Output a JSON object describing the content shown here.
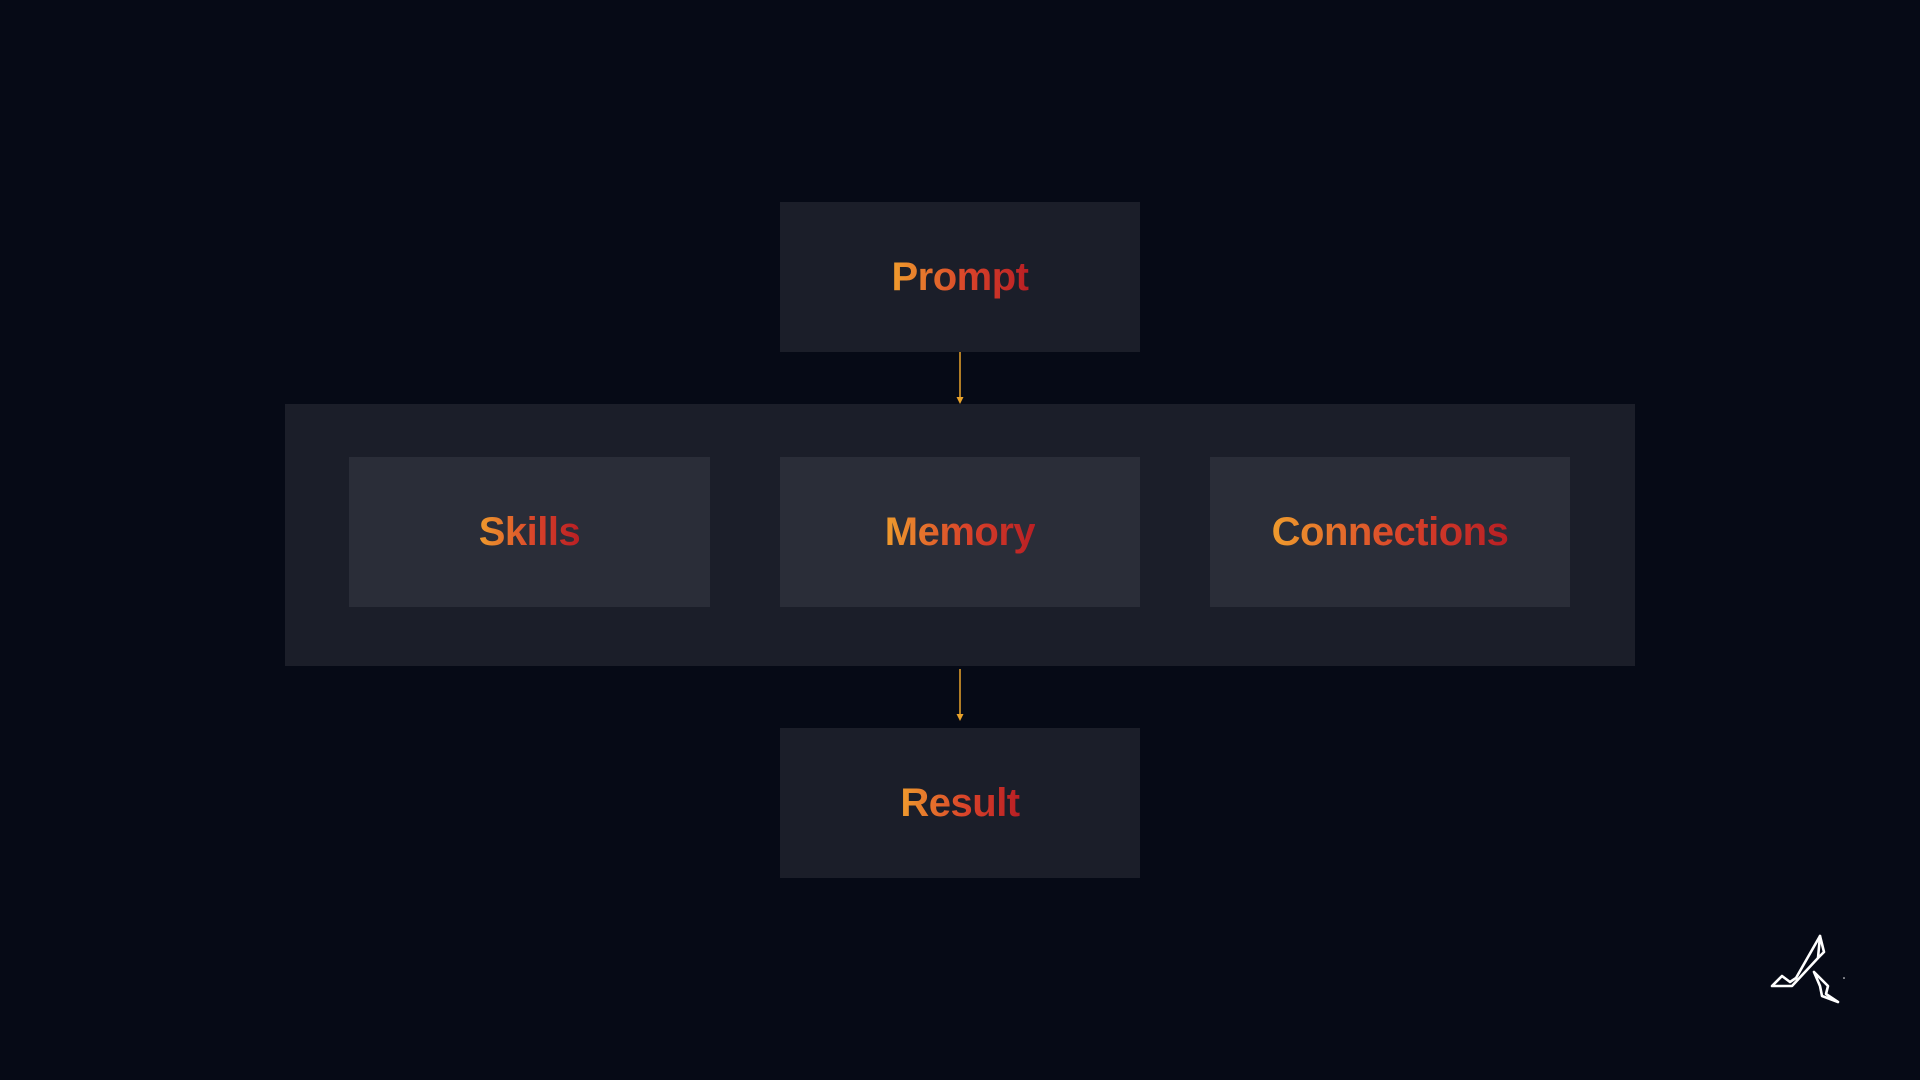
{
  "diagram": {
    "prompt_label": "Prompt",
    "components": {
      "skills_label": "Skills",
      "memory_label": "Memory",
      "connections_label": "Connections"
    },
    "result_label": "Result"
  },
  "colors": {
    "background": "#060a16",
    "box": "#1b1e29",
    "inner_box": "#2a2d38",
    "text_gradient_start": "#ef9b2d",
    "text_gradient_end": "#b91f24",
    "arrow": "#e9a22a",
    "logo": "#ffffff"
  },
  "icons": {
    "logo": "mountain-logo-icon"
  }
}
